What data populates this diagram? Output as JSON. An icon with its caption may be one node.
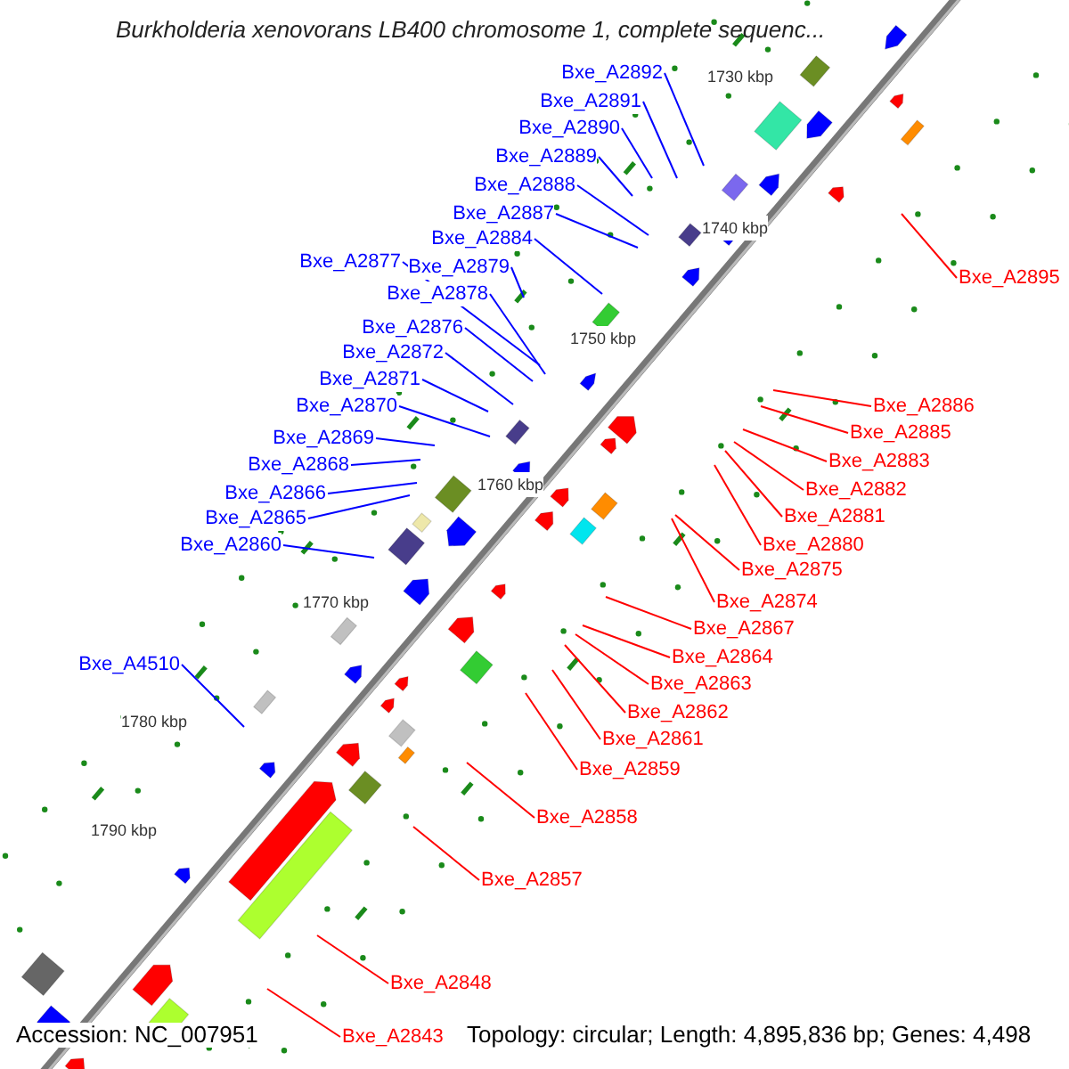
{
  "diagram": {
    "title": "Burkholderia xenovorans LB400 chromosome 1, complete sequenc...",
    "nodes": [
      {
        "text": [
          "Bxe_A2892"
        ]
      },
      {
        "text": [
          "Bxe_A2891"
        ]
      },
      {
        "text": [
          "Bxe_A2890"
        ]
      },
      {
        "text": [
          "Bxe_A2889"
        ]
      },
      {
        "text": [
          "Bxe_A2888"
        ]
      },
      {
        "text": [
          "Bxe_A2887"
        ]
      },
      {
        "text": [
          "Bxe_A2884"
        ]
      },
      {
        "text": [
          "Bxe_A2877"
        ]
      },
      {
        "text": [
          "Bxe_A2879"
        ]
      },
      {
        "text": [
          "Bxe_A2878"
        ]
      },
      {
        "text": [
          "Bxe_A2876"
        ]
      },
      {
        "text": [
          "Bxe_A2872"
        ]
      },
      {
        "text": [
          "Bxe_A2871"
        ]
      },
      {
        "text": [
          "Bxe_A2870"
        ]
      },
      {
        "text": [
          "Bxe_A2869"
        ]
      },
      {
        "text": [
          "Bxe_A2868"
        ]
      },
      {
        "text": [
          "Bxe_A2866"
        ]
      },
      {
        "text": [
          "Bxe_A2865"
        ]
      },
      {
        "text": [
          "Bxe_A2860"
        ]
      },
      {
        "text": [
          "Bxe_A4510"
        ]
      },
      {
        "text": [
          "Bxe_A2895"
        ]
      },
      {
        "text": [
          "Bxe_A2886"
        ]
      },
      {
        "text": [
          "Bxe_A2885"
        ]
      },
      {
        "text": [
          "Bxe_A2883"
        ]
      },
      {
        "text": [
          "Bxe_A2882"
        ]
      },
      {
        "text": [
          "Bxe_A2881"
        ]
      },
      {
        "text": [
          "Bxe_A2880"
        ]
      },
      {
        "text": [
          "Bxe_A2875"
        ]
      },
      {
        "text": [
          "Bxe_A2874"
        ]
      },
      {
        "text": [
          "Bxe_A2867"
        ]
      },
      {
        "text": [
          "Bxe_A2864"
        ]
      },
      {
        "text": [
          "Bxe_A2863"
        ]
      },
      {
        "text": [
          "Bxe_A2862"
        ]
      },
      {
        "text": [
          "Bxe_A2861"
        ]
      },
      {
        "text": [
          "Bxe_A2859"
        ]
      },
      {
        "text": [
          "Bxe_A2858"
        ]
      },
      {
        "text": [
          "Bxe_A2857"
        ]
      },
      {
        "text": [
          "Bxe_A2848"
        ]
      },
      {
        "text": [
          "Bxe_A2843"
        ]
      }
    ],
    "edges": [
      {
        "from": 0,
        "to": null,
        "arrow": "none"
      },
      {
        "from": 1,
        "to": null,
        "arrow": "none"
      },
      {
        "from": 2,
        "to": null,
        "arrow": "none"
      },
      {
        "from": 3,
        "to": null,
        "arrow": "none"
      },
      {
        "from": 4,
        "to": null,
        "arrow": "none"
      },
      {
        "from": 5,
        "to": null,
        "arrow": "none"
      },
      {
        "from": 6,
        "to": null,
        "arrow": "none"
      },
      {
        "from": 7,
        "to": null,
        "arrow": "none"
      },
      {
        "from": 8,
        "to": null,
        "arrow": "none"
      },
      {
        "from": 9,
        "to": null,
        "arrow": "none"
      },
      {
        "from": 10,
        "to": null,
        "arrow": "none"
      },
      {
        "from": 11,
        "to": null,
        "arrow": "none"
      },
      {
        "from": 12,
        "to": null,
        "arrow": "none"
      },
      {
        "from": 13,
        "to": null,
        "arrow": "none"
      },
      {
        "from": 14,
        "to": null,
        "arrow": "none"
      },
      {
        "from": 15,
        "to": null,
        "arrow": "none"
      },
      {
        "from": 16,
        "to": null,
        "arrow": "none"
      },
      {
        "from": 17,
        "to": null,
        "arrow": "none"
      },
      {
        "from": 18,
        "to": null,
        "arrow": "none"
      },
      {
        "from": 19,
        "to": null,
        "arrow": "none"
      },
      {
        "from": 20,
        "to": null,
        "arrow": "none",
        "color": "#ff0000"
      },
      {
        "from": 21,
        "to": null,
        "arrow": "none",
        "color": "#ff0000"
      },
      {
        "from": 22,
        "to": null,
        "arrow": "none",
        "color": "#ff0000"
      },
      {
        "from": 23,
        "to": null,
        "arrow": "none",
        "color": "#ff0000"
      },
      {
        "from": 24,
        "to": null,
        "arrow": "none",
        "color": "#ff0000"
      },
      {
        "from": 25,
        "to": null,
        "arrow": "none",
        "color": "#ff0000"
      },
      {
        "from": 26,
        "to": null,
        "arrow": "none",
        "color": "#ff0000"
      },
      {
        "from": 27,
        "to": null,
        "arrow": "none",
        "color": "#ff0000"
      },
      {
        "from": 28,
        "to": null,
        "arrow": "none",
        "color": "#ff0000"
      },
      {
        "from": 29,
        "to": null,
        "arrow": "none",
        "color": "#ff0000"
      },
      {
        "from": 30,
        "to": null,
        "arrow": "none",
        "color": "#ff0000"
      },
      {
        "from": 31,
        "to": null,
        "arrow": "none",
        "color": "#ff0000"
      },
      {
        "from": 32,
        "to": null,
        "arrow": "none",
        "color": "#ff0000"
      },
      {
        "from": 33,
        "to": null,
        "arrow": "none",
        "color": "#ff0000"
      },
      {
        "from": 34,
        "to": null,
        "arrow": "none",
        "color": "#ff0000"
      },
      {
        "from": 35,
        "to": null,
        "arrow": "none",
        "color": "#ff0000"
      },
      {
        "from": 36,
        "to": null,
        "arrow": "none",
        "color": "#ff0000"
      },
      {
        "from": 37,
        "to": null,
        "arrow": "none",
        "color": "#ff0000"
      },
      {
        "from": 38,
        "to": null,
        "arrow": "none",
        "color": "#ff0000"
      }
    ],
    "labels": [
      "1730 kbp",
      "1740 kbp",
      "1750 kbp",
      "1760 kbp",
      "1770 kbp",
      "1780 kbp",
      "1790 kbp",
      "Accession: NC_007951",
      "Topology: circular; Length: 4,895,836 bp; Genes: 4,498"
    ]
  }
}
